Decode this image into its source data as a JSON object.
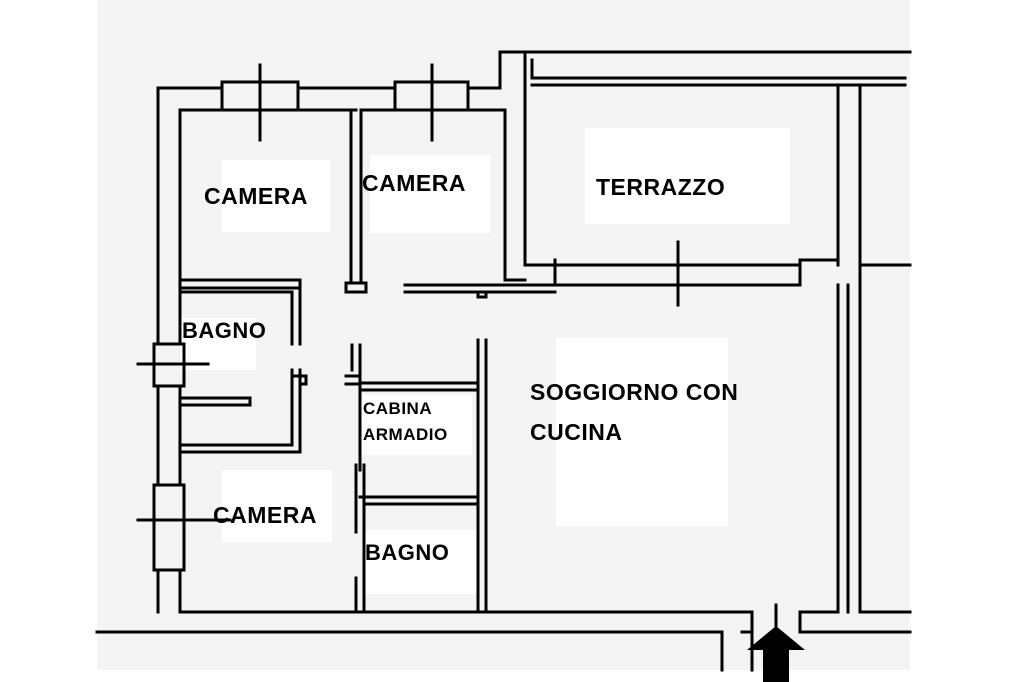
{
  "floor_plan": {
    "rooms": [
      {
        "id": "camera-1",
        "label": "CAMERA"
      },
      {
        "id": "camera-2",
        "label": "CAMERA"
      },
      {
        "id": "terrazzo",
        "label": "TERRAZZO"
      },
      {
        "id": "bagno-1",
        "label": "BAGNO"
      },
      {
        "id": "cabina-armadio",
        "label_line1": "CABINA",
        "label_line2": "ARMADIO"
      },
      {
        "id": "soggiorno-cucina",
        "label_line1": "SOGGIORNO CON",
        "label_line2": "CUCINA"
      },
      {
        "id": "camera-3",
        "label": "CAMERA"
      },
      {
        "id": "bagno-2",
        "label": "BAGNO"
      }
    ],
    "entrance_marker": "arrow-up-icon",
    "colors": {
      "wall": "#000000",
      "background": "#ffffff",
      "paper": "#f3f3f3"
    }
  }
}
